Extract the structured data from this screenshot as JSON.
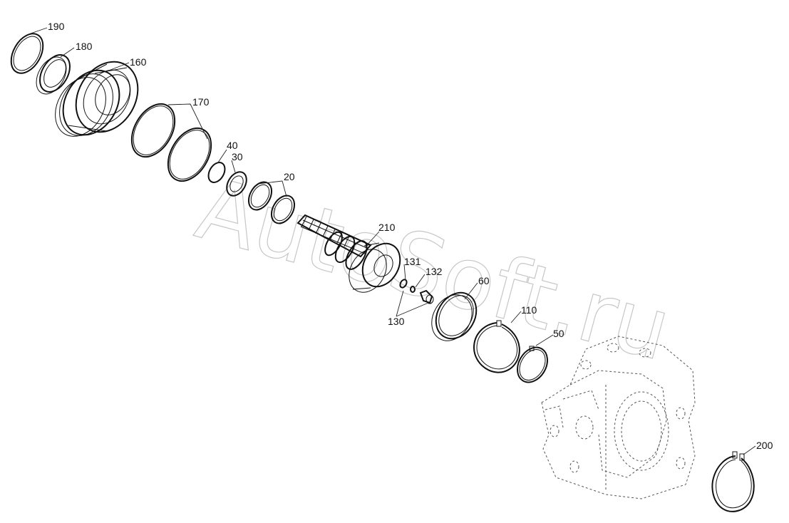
{
  "watermark": "AutoSoft.ru",
  "labels": {
    "l190": "190",
    "l180": "180",
    "l160": "160",
    "l170": "170",
    "l40": "40",
    "l30": "30",
    "l20": "20",
    "l210": "210",
    "l131": "131",
    "l132": "132",
    "l130": "130",
    "l60": "60",
    "l110": "110",
    "l50": "50",
    "l200": "200"
  }
}
